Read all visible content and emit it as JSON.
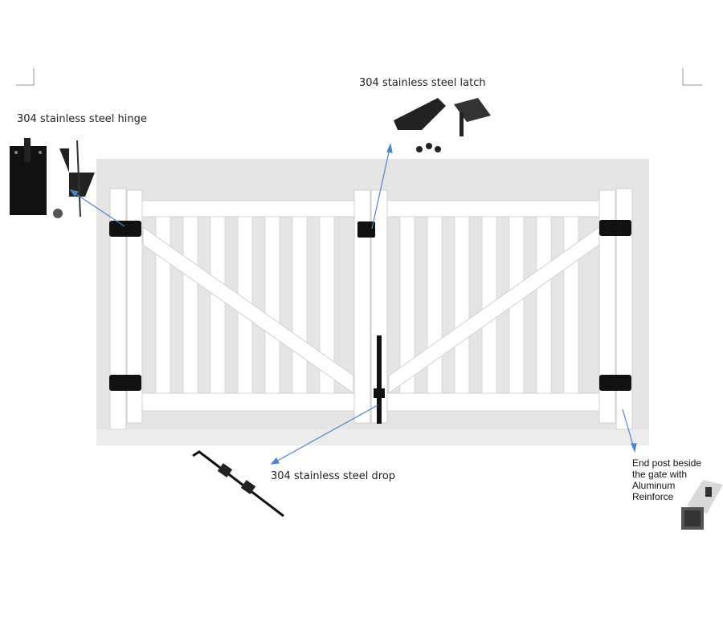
{
  "labels": {
    "hinge": "304 stainless steel hinge",
    "latch": "304 stainless steel latch",
    "drop": "304 stainless steel drop",
    "end_post": "End post beside the gate with Aluminum Reinforce"
  },
  "colors": {
    "arrow": "#4a86c8",
    "hardware": "#111111",
    "vinyl": "#ffffff",
    "backdrop": "#e4e4e4"
  }
}
